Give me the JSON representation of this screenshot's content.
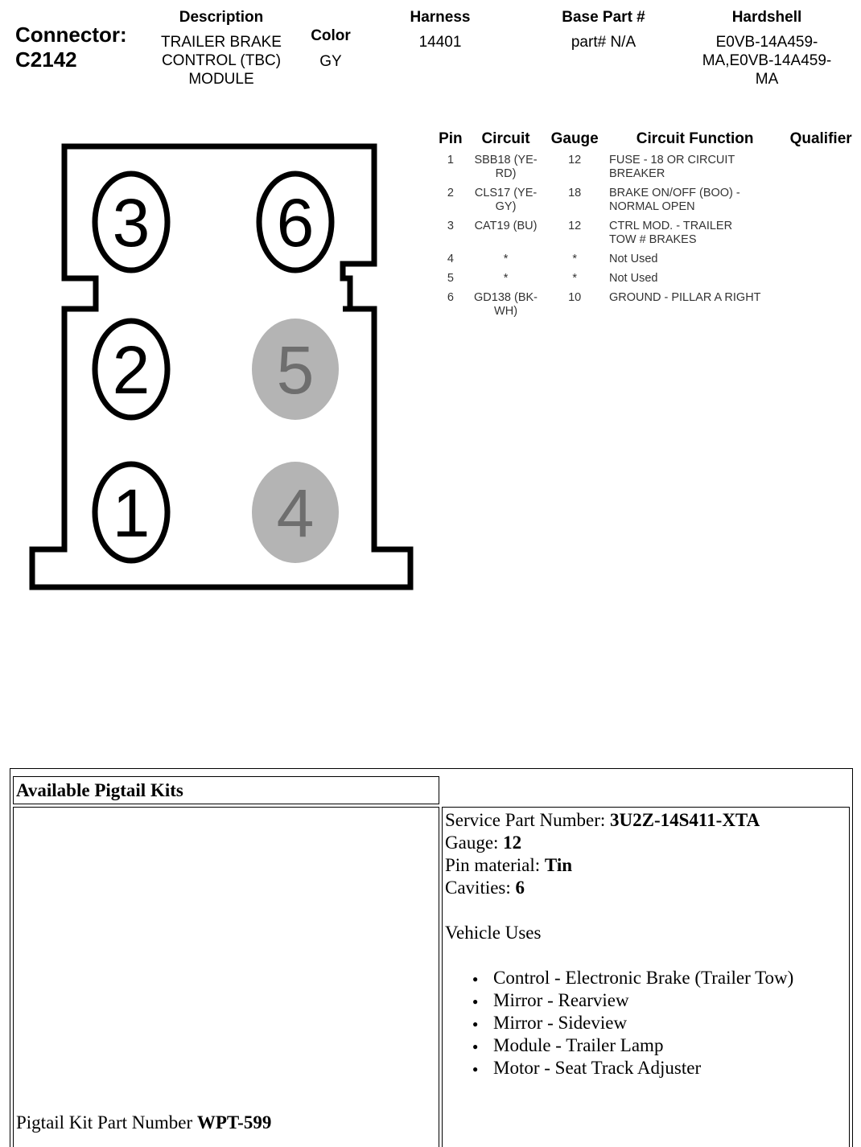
{
  "header": {
    "connector_label": "Connector:",
    "connector_id": "C2142",
    "description_label": "Description",
    "description_lines": [
      "TRAILER BRAKE",
      "CONTROL (TBC)",
      "MODULE"
    ],
    "color_label": "Color",
    "color_value": "GY",
    "harness_label": "Harness",
    "harness_value": "14401",
    "base_part_label": "Base Part #",
    "base_part_value": "part# N/A",
    "hardshell_label": "Hardshell",
    "hardshell_lines": [
      "E0VB-14A459-",
      "MA,E0VB-14A459-",
      "MA"
    ]
  },
  "connector_diagram": {
    "pins": [
      {
        "label": "3",
        "used": true
      },
      {
        "label": "6",
        "used": true
      },
      {
        "label": "2",
        "used": true
      },
      {
        "label": "5",
        "used": false
      },
      {
        "label": "1",
        "used": true
      },
      {
        "label": "4",
        "used": false
      }
    ],
    "colors": {
      "used_fill": "#ffffff",
      "unused_fill": "#b4b4b4",
      "unused_text": "#6e6e6e",
      "outline": "#000000"
    }
  },
  "pin_table": {
    "headers": [
      "Pin",
      "Circuit",
      "Gauge",
      "Circuit Function",
      "Qualifier"
    ],
    "rows": [
      {
        "pin": "1",
        "circuit": [
          "SBB18 (YE-",
          "RD)"
        ],
        "gauge": "12",
        "function": [
          "FUSE - 18 OR CIRCUIT",
          "BREAKER"
        ],
        "qualifier": ""
      },
      {
        "pin": "2",
        "circuit": [
          "CLS17 (YE-",
          "GY)"
        ],
        "gauge": "18",
        "function": [
          "BRAKE ON/OFF (BOO) -",
          "NORMAL OPEN"
        ],
        "qualifier": ""
      },
      {
        "pin": "3",
        "circuit": [
          "CAT19 (BU)"
        ],
        "gauge": "12",
        "function": [
          "CTRL MOD. - TRAILER",
          "TOW # BRAKES"
        ],
        "qualifier": ""
      },
      {
        "pin": "4",
        "circuit": [
          "*"
        ],
        "gauge": "*",
        "function": [
          "Not Used"
        ],
        "qualifier": ""
      },
      {
        "pin": "5",
        "circuit": [
          "*"
        ],
        "gauge": "*",
        "function": [
          "Not Used"
        ],
        "qualifier": ""
      },
      {
        "pin": "6",
        "circuit": [
          "GD138 (BK-",
          "WH)"
        ],
        "gauge": "10",
        "function": [
          "GROUND - PILLAR A RIGHT"
        ],
        "qualifier": ""
      }
    ]
  },
  "pigtail": {
    "title": "Available Pigtail Kits",
    "kit_label": "Pigtail Kit Part Number ",
    "kit_value": "WPT-599",
    "service_part_label": "Service Part Number: ",
    "service_part_value": "3U2Z-14S411-XTA",
    "gauge_label": "Gauge: ",
    "gauge_value": "12",
    "pin_material_label": "Pin material: ",
    "pin_material_value": "Tin",
    "cavities_label": "Cavities: ",
    "cavities_value": "6",
    "vehicle_uses_label": "Vehicle Uses",
    "vehicle_uses": [
      "Control - Electronic Brake (Trailer Tow)",
      "Mirror - Rearview",
      "Mirror - Sideview",
      "Module - Trailer Lamp",
      "Motor - Seat Track Adjuster"
    ]
  }
}
